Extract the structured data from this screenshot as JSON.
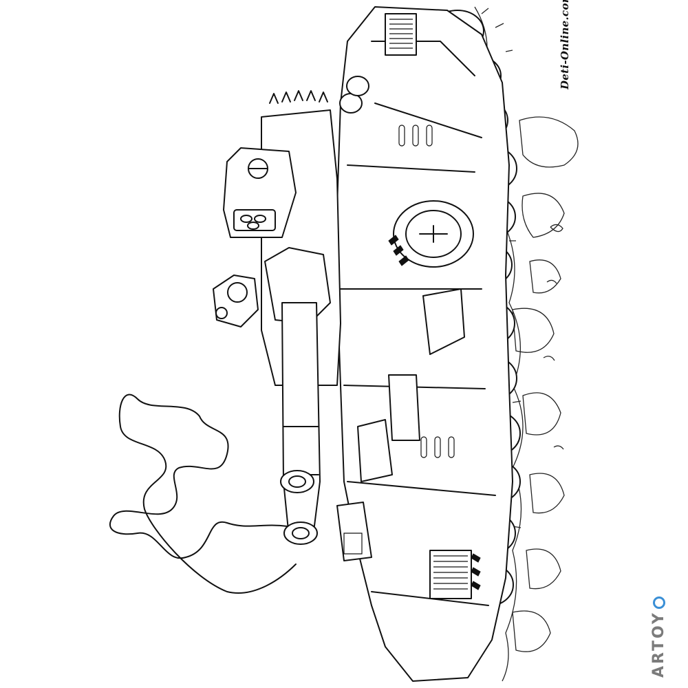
{
  "artwork": {
    "subject": "tank-coloring-page",
    "style": "black-and-white line art",
    "orientation": "rotated 90 degrees",
    "colors": {
      "ink": "#111111",
      "paper": "#ffffff",
      "logo_gray": "#7b7b7b",
      "logo_accent": "#3a8fd6"
    }
  },
  "watermark": {
    "text": "Deti-Online.com"
  },
  "logo": {
    "text": "ARTOY"
  }
}
